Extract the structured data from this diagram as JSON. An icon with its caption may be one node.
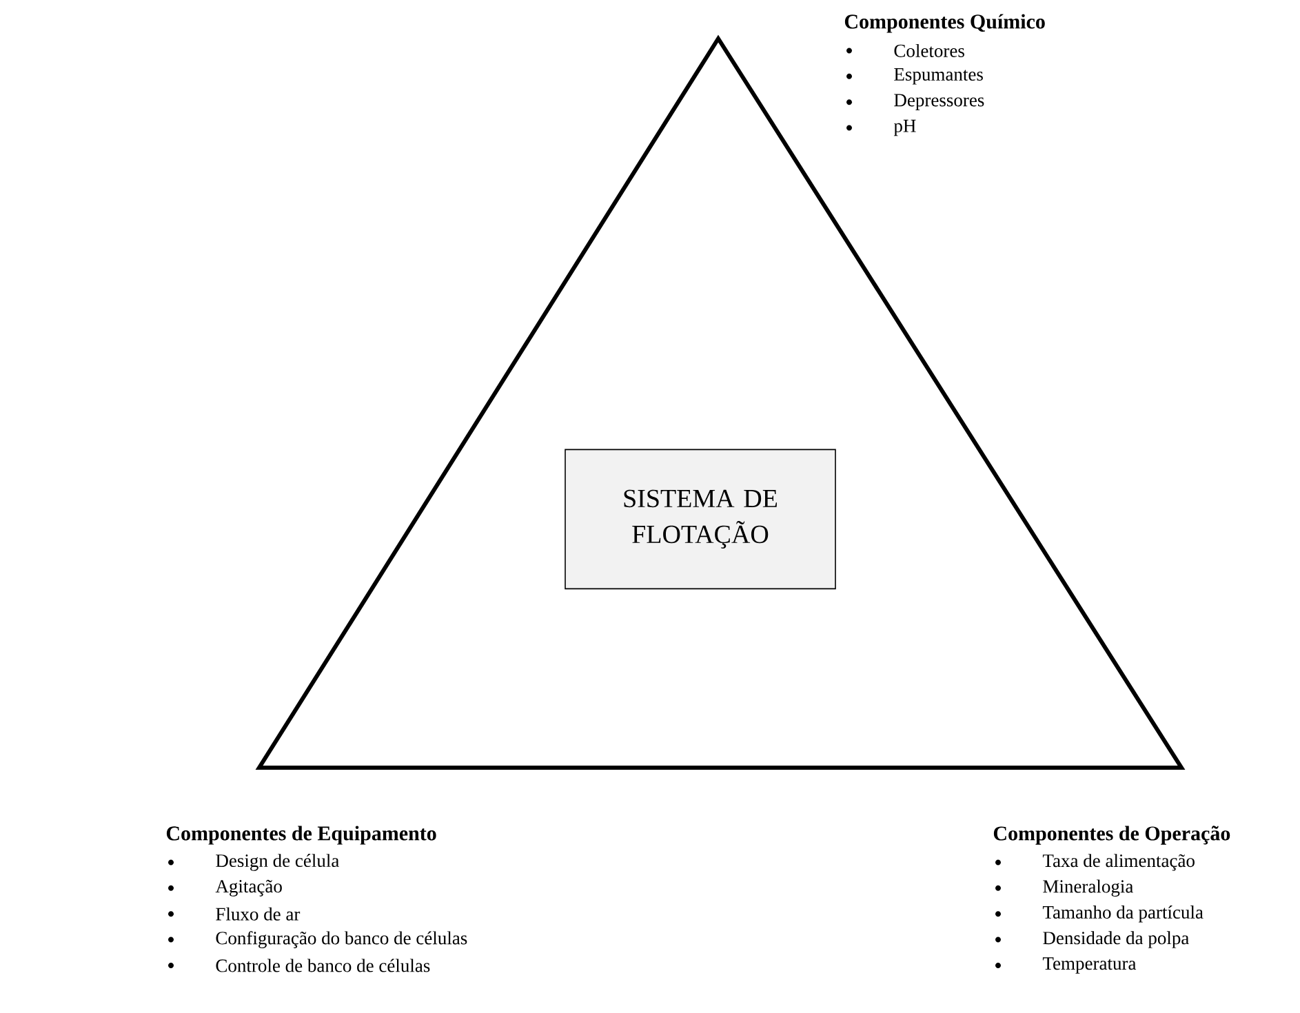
{
  "diagram": {
    "nodes": [
      {
        "text": [],
        "shape": "triangle"
      },
      {
        "text": [
          "SISTEMA DE FLOTAÇÃO"
        ],
        "in": 0
      }
    ],
    "labels": [
      "Componentes Químico",
      "Coletores",
      "Espumantes",
      "Depressores",
      "pH",
      "Componentes de Equipamento",
      "Design de célula",
      "Agitação",
      "Fluxo de ar",
      "Configuração do banco de células",
      "Controle de banco de células",
      "Componentes de Operação",
      "Taxa de alimentação",
      "Mineralogia",
      "Tamanho da partícula",
      "Densidade da polpa",
      "Temperatura"
    ]
  }
}
